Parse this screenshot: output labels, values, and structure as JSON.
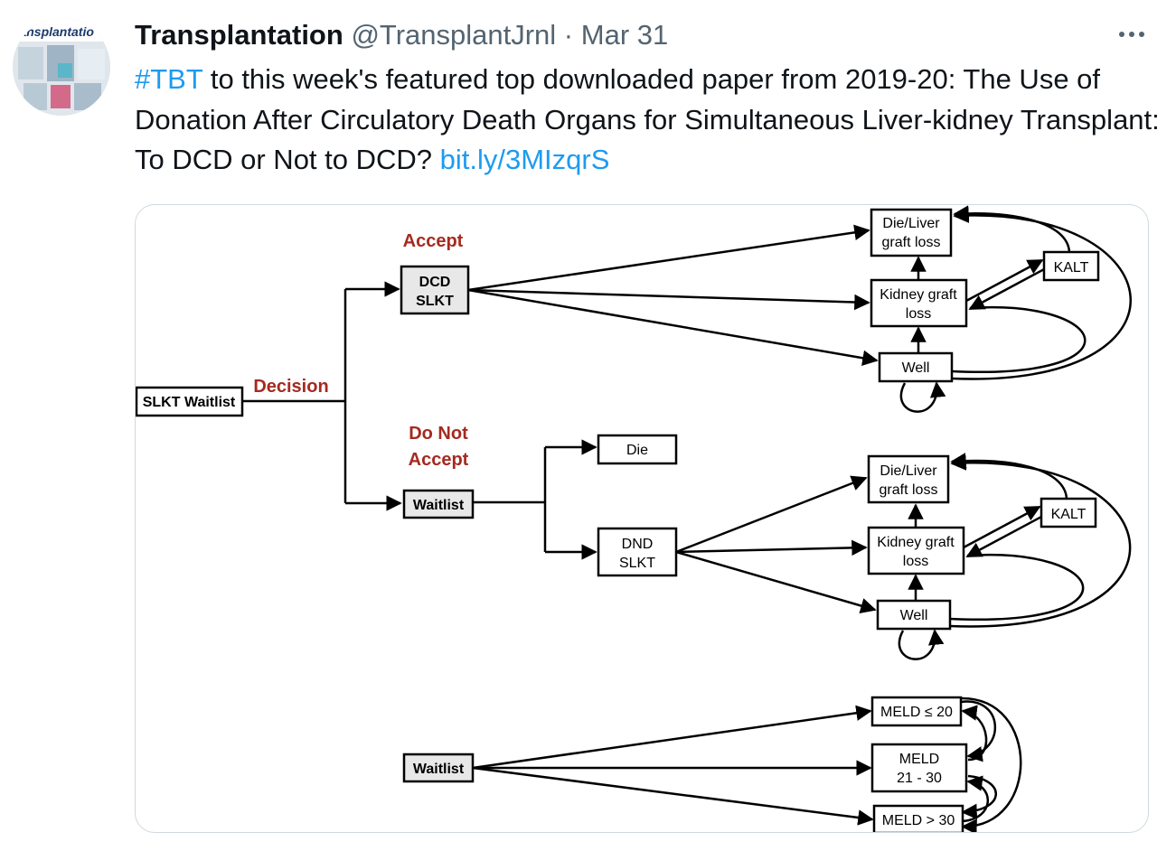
{
  "tweet": {
    "avatar_text": "ransplantatio",
    "author_name": "Transplantation",
    "handle": "@TransplantJrnl",
    "separator": "·",
    "date": "Mar 31",
    "hashtag": "#TBT",
    "body": " to this week's featured top downloaded paper from 2019-20: The Use of Donation After Circulatory Death Organs for Simultaneous Liver-kidney Transplant: To DCD or Not to DCD? ",
    "link": "bit.ly/3MIzqrS"
  },
  "diagram": {
    "labels": {
      "accept": "Accept",
      "decision": "Decision",
      "do_not": "Do Not",
      "accept2": "Accept"
    },
    "nodes": {
      "slkt_waitlist": "SLKT Waitlist",
      "dcd_l1": "DCD",
      "dcd_l2": "SLKT",
      "die_liver_l1": "Die/Liver",
      "die_liver_l2": "graft loss",
      "kidney_l1": "Kidney graft",
      "kidney_l2": "loss",
      "kalt": "KALT",
      "well": "Well",
      "waitlist": "Waitlist",
      "die": "Die",
      "dnd_l1": "DND",
      "dnd_l2": "SLKT",
      "meld_low": "MELD ≤ 20",
      "meld_mid_l1": "MELD",
      "meld_mid_l2": "21 - 30",
      "meld_high": "MELD > 30"
    },
    "colors": {
      "label_red": "#a52a1f",
      "box_fill_shaded": "#e8e8e8"
    }
  }
}
